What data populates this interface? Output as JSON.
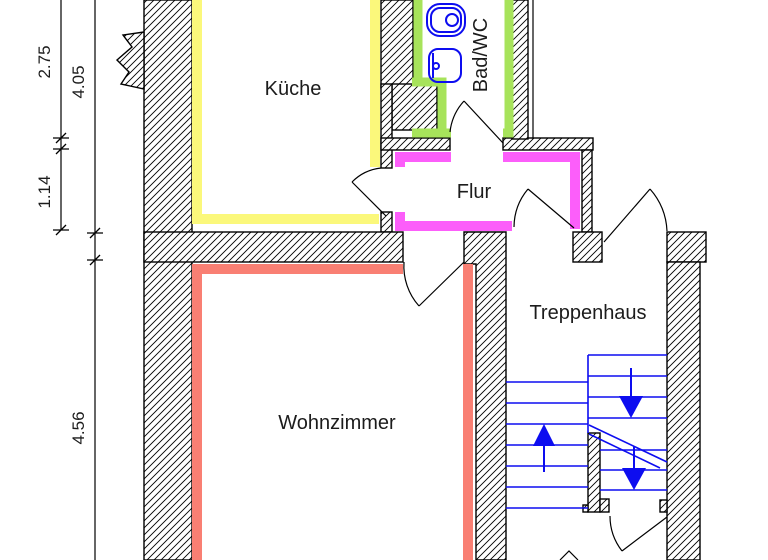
{
  "plan": {
    "rooms": {
      "kueche": {
        "label": "Küche"
      },
      "bad": {
        "label": "Bad/WC"
      },
      "flur": {
        "label": "Flur"
      },
      "wohnzimmer": {
        "label": "Wohnzimmer"
      },
      "treppenhaus": {
        "label": "Treppenhaus"
      }
    },
    "dimensions": {
      "d275": "2.75",
      "d405": "4.05",
      "d114": "1.14",
      "d456": "4.56"
    },
    "colors": {
      "kueche_outline": "#fbf87b",
      "bad_outline": "#a7e35b",
      "flur_outline": "#fc5efa",
      "wohnzimmer_outline": "#f97f73",
      "stairs": "#0d0df0",
      "fixtures": "#0d0df0"
    }
  }
}
